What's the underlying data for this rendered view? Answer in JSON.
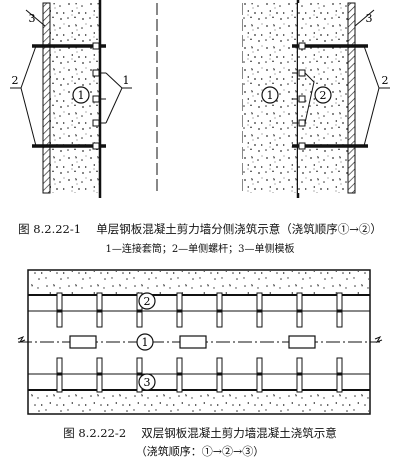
{
  "figure1": {
    "caption": "图 8.2.22-1　 单层钢板混凝土剪力墙分侧浇筑示意（浇筑顺序①→②）",
    "legend": "1—连接套筒；2—单侧螺杆；3—单侧模板",
    "left_panel": {
      "label_1": "1",
      "label_2": "2",
      "label_3": "3",
      "circle_label": "1"
    },
    "right_panel": {
      "label_2": "2",
      "label_3": "3",
      "circle_1": "1",
      "circle_2": "2"
    }
  },
  "figure2": {
    "caption": "图 8.2.22-2　 双层钢板混凝土剪力墙混凝土浇筑示意",
    "caption_line2": "（浇筑顺序：①→②→③）",
    "circle_top": "2",
    "circle_middle": "1",
    "circle_bottom": "3"
  }
}
